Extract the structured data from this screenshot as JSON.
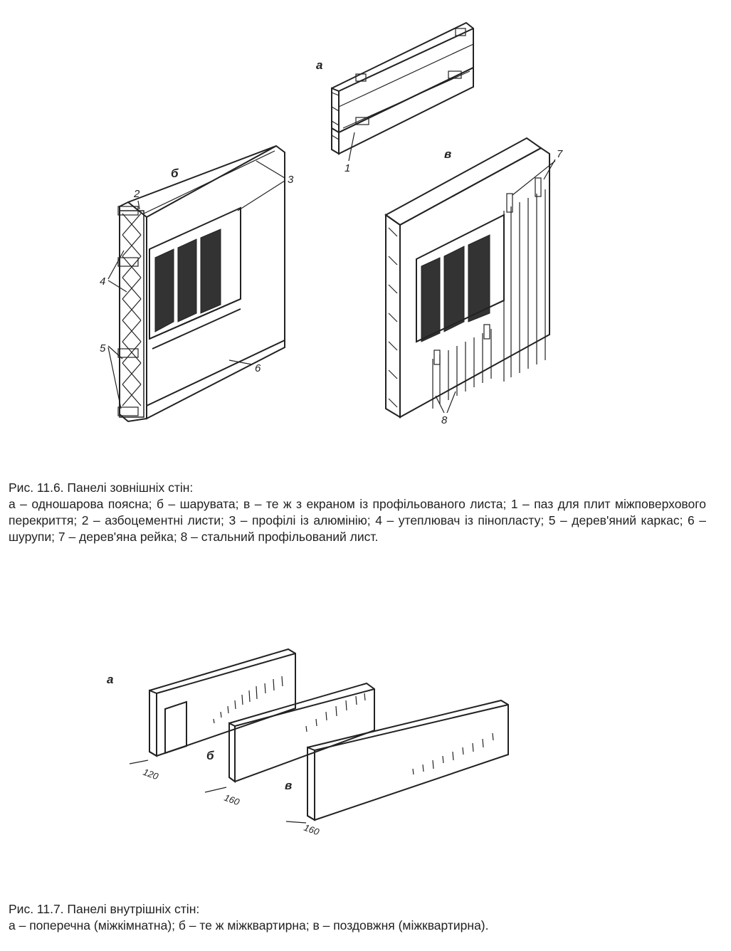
{
  "figure1": {
    "labels": {
      "a": "а",
      "b": "б",
      "v": "в",
      "n1": "1",
      "n2": "2",
      "n3": "3",
      "n4": "4",
      "n5": "5",
      "n6": "6",
      "n7": "7",
      "n8": "8"
    },
    "caption_title": "Рис. 11.6. Панелі зовнішніх стін:",
    "caption_body": "а – одношарова поясна; б – шарувата; в – те ж з екраном із профільованого листа; 1 – паз для плит міжповерхового перекриття; 2 – азбоцементні листи; 3 – профілі із алюмінію; 4 – утеплювач із пінопласту; 5 – дерев'яний каркас; 6 – шурупи; 7 – дерев'яна рейка; 8 – стальний профільований лист."
  },
  "figure2": {
    "labels": {
      "a": "а",
      "b": "б",
      "v": "в",
      "dim_a": "120",
      "dim_b": "160",
      "dim_v": "160"
    },
    "caption_title": "Рис. 11.7. Панелі внутрішніх стін:",
    "caption_body": "а – поперечна (міжкімнатна); б – те ж міжквартирна; в – поздовжня (міжквартирна)."
  }
}
